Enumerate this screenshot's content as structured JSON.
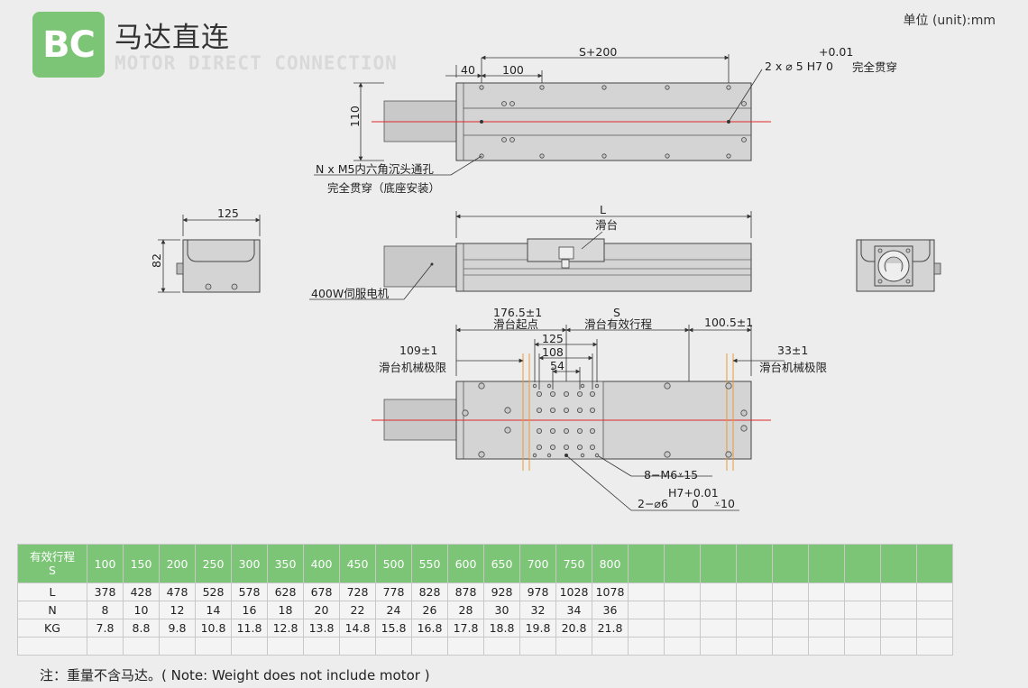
{
  "logo": {
    "text": "BC",
    "title_cn": "马达直连",
    "title_en": "MOTOR DIRECT CONNECTION"
  },
  "unit": "单位 (unit):mm",
  "top_view": {
    "dim_40": "40",
    "dim_100": "100",
    "dim_s200": "S+200",
    "tol_top": "+0.01",
    "hole_spec": "2 x ⌀ 5 H7 0",
    "through_full": "完全贯穿",
    "dim_110": "110",
    "mount_line1": "N x M5内六角沉头通孔",
    "mount_line2": "完全贯穿（底座安装）"
  },
  "end_view": {
    "dim_125": "125",
    "dim_82": "82"
  },
  "side_view": {
    "dim_L": "L",
    "slider": "滑台",
    "motor": "400W伺服电机"
  },
  "bottom_view": {
    "start_val": "176.5±1",
    "start_label": "滑台起点",
    "stroke_val": "S",
    "stroke_label": "滑台有效行程",
    "end_val": "100.5±1",
    "left_val": "109±1",
    "left_label": "滑台机械极限",
    "right_val": "33±1",
    "right_label": "滑台机械极限",
    "dim_125": "125",
    "dim_108": "108",
    "dim_54": "54",
    "m6": "8−M6⩡15",
    "tol2": "H7+0.01",
    "pin": "2−⌀6",
    "zero": "0",
    "depth10": "⩡10"
  },
  "table": {
    "header_label": [
      "有效行程",
      "S"
    ],
    "header": [
      "100",
      "150",
      "200",
      "250",
      "300",
      "350",
      "400",
      "450",
      "500",
      "550",
      "600",
      "650",
      "700",
      "750",
      "800"
    ],
    "rows": [
      {
        "label": "L",
        "values": [
          "378",
          "428",
          "478",
          "528",
          "578",
          "628",
          "678",
          "728",
          "778",
          "828",
          "878",
          "928",
          "978",
          "1028",
          "1078"
        ]
      },
      {
        "label": "N",
        "values": [
          "8",
          "10",
          "12",
          "14",
          "16",
          "18",
          "20",
          "22",
          "24",
          "26",
          "28",
          "30",
          "32",
          "34",
          "36"
        ]
      },
      {
        "label": "KG",
        "values": [
          "7.8",
          "8.8",
          "9.8",
          "10.8",
          "11.8",
          "12.8",
          "13.8",
          "14.8",
          "15.8",
          "16.8",
          "17.8",
          "18.8",
          "19.8",
          "20.8",
          "21.8"
        ]
      }
    ],
    "empty_cols": 9
  },
  "note": "注：重量不含马达。( Note: Weight does not include motor )"
}
